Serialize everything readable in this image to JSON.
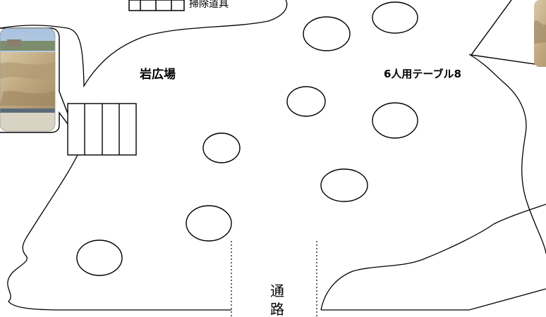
{
  "labels": {
    "cleaning_tools": "掃除道具",
    "rock_plaza": "岩広場",
    "table_info": "6人用テーブル8",
    "passage_char_1": "通",
    "passage_char_2": "路"
  },
  "tables": {
    "count": 8,
    "seats_per_table": 6
  },
  "icons": {
    "photo_left": "rock-photo",
    "photo_right": "rock-photo"
  },
  "colors": {
    "line": "#000000",
    "background": "#ffffff",
    "photo_sky": "#9fb9d6",
    "photo_rock": "#c9b48f"
  }
}
